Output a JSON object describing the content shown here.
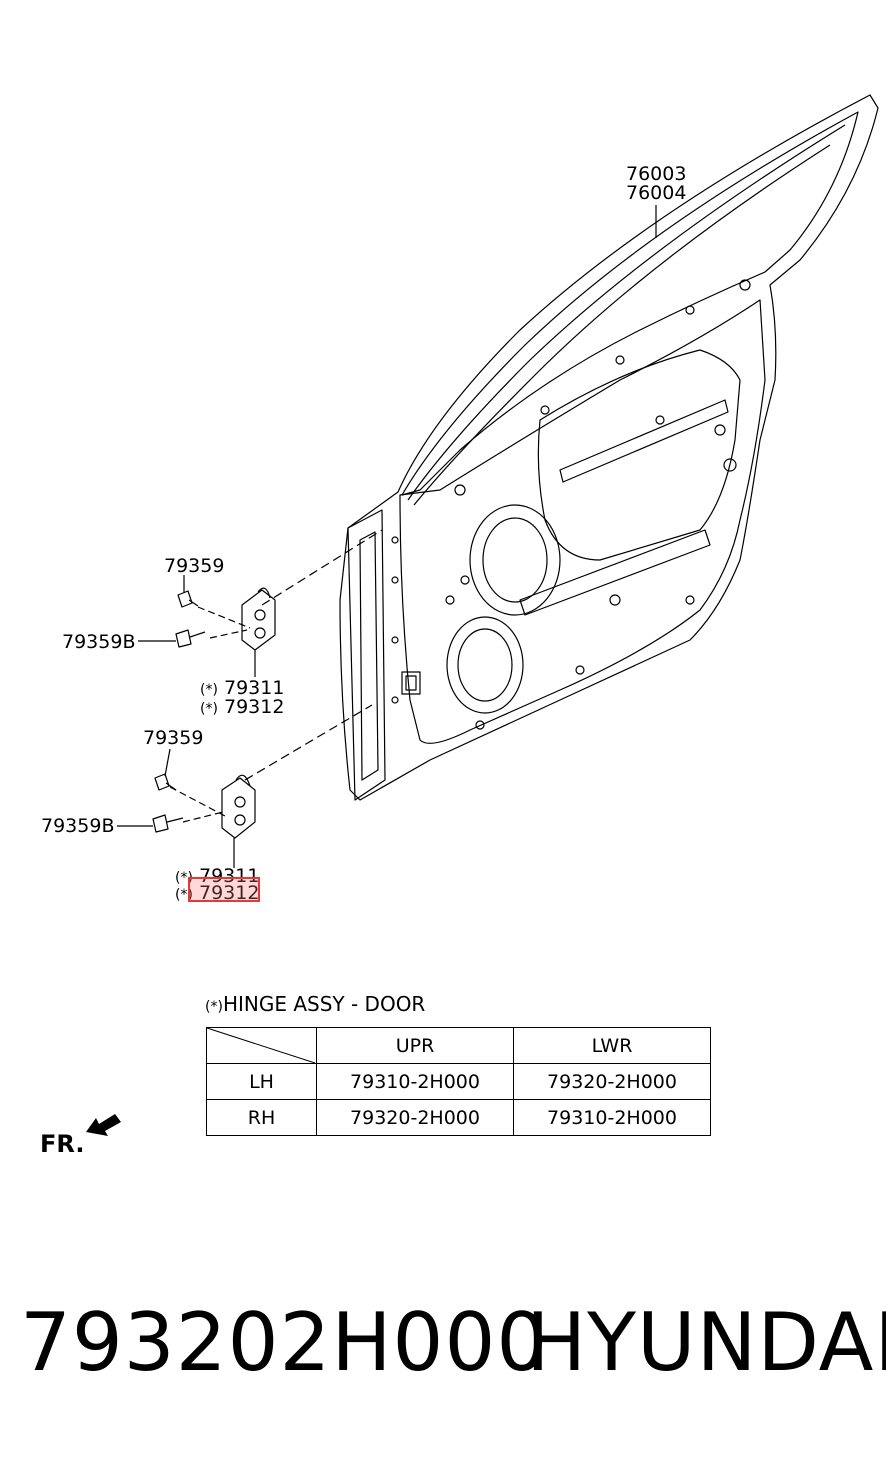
{
  "callouts": {
    "door_panel_1": "76003",
    "door_panel_2": "76004",
    "upper_bolt": "79359",
    "upper_bolt_b": "79359B",
    "upper_hinge_1": "79311",
    "upper_hinge_2": "79312",
    "lower_bolt": "79359",
    "lower_bolt_b": "79359B",
    "lower_hinge_1": "79311",
    "lower_hinge_2": "79312",
    "asterisk": "(*)"
  },
  "note": {
    "marker": "(*)",
    "text": "HINGE ASSY - DOOR"
  },
  "hinge_table": {
    "headers": [
      "",
      "UPR",
      "LWR"
    ],
    "rows": [
      [
        "LH",
        "79310-2H000",
        "79320-2H000"
      ],
      [
        "RH",
        "79320-2H000",
        "79310-2H000"
      ]
    ]
  },
  "front_marker": "FR.",
  "footer": {
    "part_number": "793202H000",
    "brand": "HYUNDAI"
  },
  "colors": {
    "line": "#000000",
    "highlight": "#e23a3a"
  }
}
